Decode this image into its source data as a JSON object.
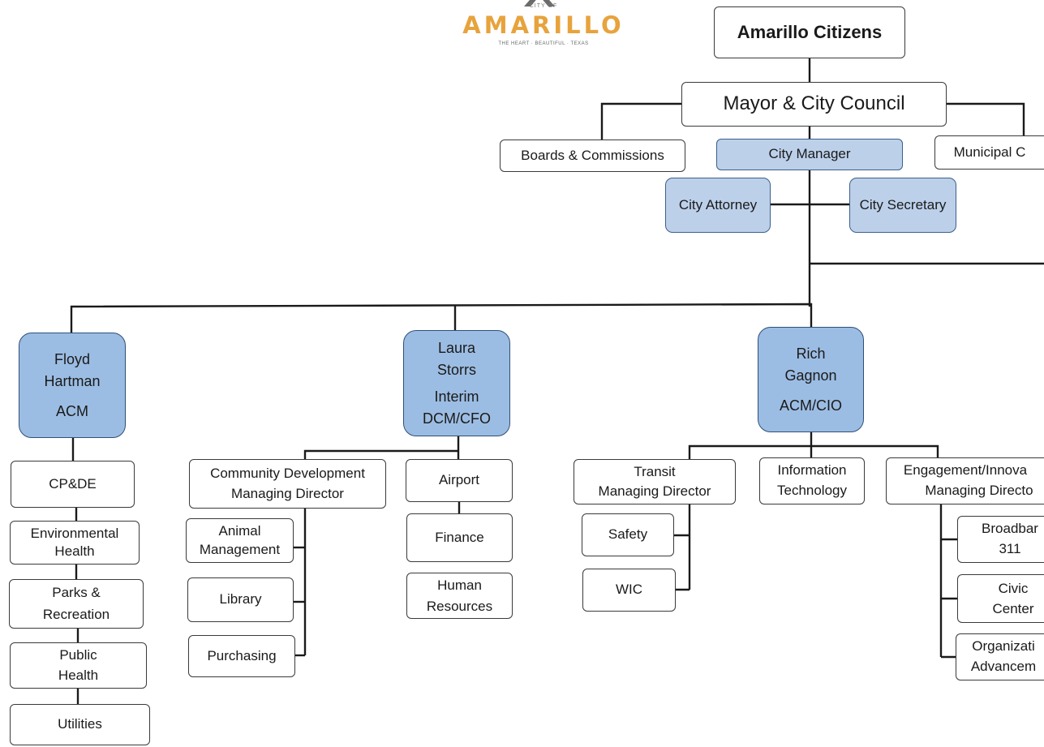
{
  "logo": {
    "city_of": "CITY OF",
    "wordmark": "AMARILLO",
    "tagline": "THE HEART · BEAUTIFUL · TEXAS"
  },
  "top": {
    "citizens": "Amarillo Citizens",
    "council": "Mayor & City Council",
    "boards": "Boards & Commissions",
    "manager": "City Manager",
    "municipal": "Municipal C",
    "attorney": "City Attorney",
    "secretary": "City Secretary"
  },
  "executives": {
    "hartman": {
      "name1": "Floyd",
      "name2": "Hartman",
      "title": "ACM"
    },
    "storrs": {
      "name1": "Laura",
      "name2": "Storrs",
      "title1": "Interim",
      "title2": "DCM/CFO"
    },
    "gagnon": {
      "name1": "Rich",
      "name2": "Gagnon",
      "title": "ACM/CIO"
    }
  },
  "hartman_depts": {
    "cpde": "CP&DE",
    "env1": "Environmental",
    "env2": "Health",
    "parks1": "Parks &",
    "parks2": "Recreation",
    "public1": "Public",
    "public2": "Health",
    "utilities": "Utilities"
  },
  "storrs_depts": {
    "comm1": "Community Development",
    "comm2": "Managing Director",
    "animal1": "Animal",
    "animal2": "Management",
    "library": "Library",
    "purchasing": "Purchasing",
    "airport": "Airport",
    "finance": "Finance",
    "hr1": "Human",
    "hr2": "Resources"
  },
  "gagnon_depts": {
    "transit1": "Transit",
    "transit2": "Managing Director",
    "safety": "Safety",
    "wic": "WIC",
    "it1": "Information",
    "it2": "Technology",
    "engage1": "Engagement/Innova",
    "engage2": "Managing Directo",
    "broad1": "Broadbar",
    "broad2": "311",
    "civic1": "Civic",
    "civic2": "Center",
    "org1": "Organizati",
    "org2": "Advancem"
  },
  "colors": {
    "staff_box": "#bcd0ea",
    "executive_box": "#9cbde3",
    "logo_gold": "#e7a33c",
    "line": "#1a1a1a"
  }
}
